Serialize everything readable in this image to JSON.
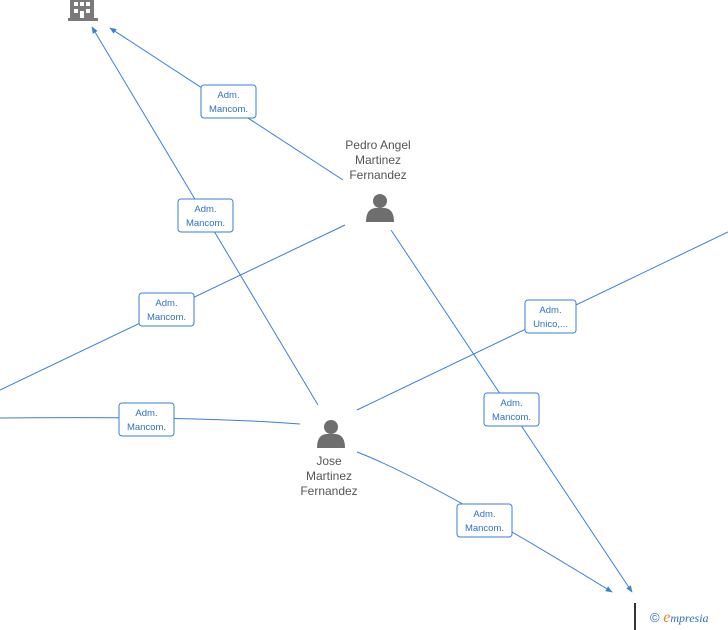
{
  "nodes": {
    "pedro": {
      "label_lines": [
        "Pedro Angel",
        "Martinez",
        "Fernandez"
      ]
    },
    "jose": {
      "label_lines": [
        "Jose",
        "Martinez",
        "Fernandez"
      ]
    }
  },
  "edge_labels": {
    "pedro_company": [
      "Adm.",
      "Mancom."
    ],
    "jose_company": [
      "Adm.",
      "Mancom."
    ],
    "pedro_left": [
      "Adm.",
      "Mancom."
    ],
    "jose_left": [
      "Adm.",
      "Mancom."
    ],
    "jose_right": [
      "Adm.",
      "Unico,..."
    ],
    "pedro_bottom": [
      "Adm.",
      "Mancom."
    ],
    "jose_bottom": [
      "Adm.",
      "Mancom."
    ]
  },
  "footer": {
    "copyright": "©",
    "brand_first": "e",
    "brand_rest": "mpresia"
  },
  "colors": {
    "edge": "#3a7fd5",
    "icon": "#6e6e6e",
    "brand_e": "#e08a1e"
  }
}
